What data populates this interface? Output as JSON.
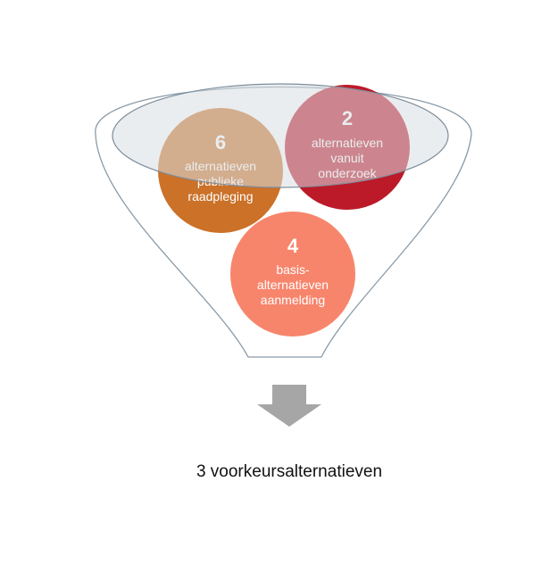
{
  "circles": [
    {
      "number": "6",
      "lines": [
        "alternatieven",
        "publieke",
        "raadpleging"
      ],
      "color": "#C8691C"
    },
    {
      "number": "2",
      "lines": [
        "alternatieven",
        "vanuit",
        "onderzoek"
      ],
      "color": "#B80E1E"
    },
    {
      "number": "4",
      "lines": [
        "basis-",
        "alternatieven",
        "aanmelding"
      ],
      "color": "#F7856C"
    }
  ],
  "result": {
    "label": "3 voorkeursalternatieven"
  },
  "colors": {
    "funnel_outline": "#8A9BA8",
    "funnel_top_fill": "#D9DEE2",
    "arrow": "#A6A6A6"
  }
}
